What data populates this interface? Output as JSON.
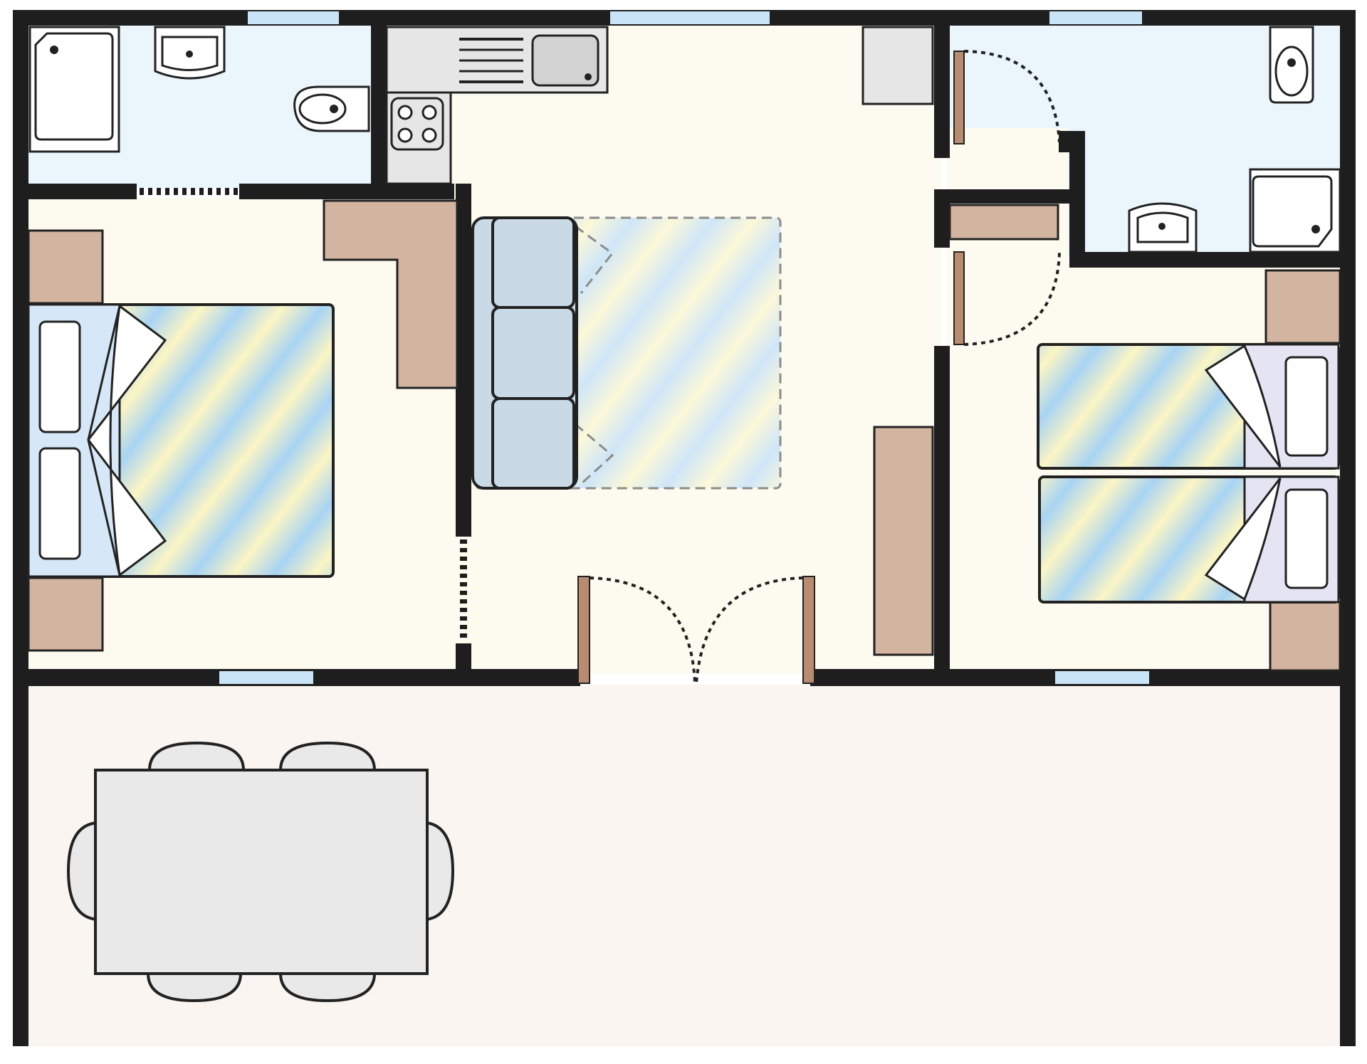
{
  "colors": {
    "wall": "#1e1e1e",
    "outline": "#222222",
    "bathroom_floor": "#eaf5fc",
    "room_floor": "#fdfbef",
    "terrace_floor": "#faf5f1",
    "window": "#c9e4f6",
    "wardrobe": "#d2b4a0",
    "door_leaf": "#b98c72",
    "fixture": "#ffffff",
    "appliance": "#e6e6e6",
    "sofa": "#c9d9e5",
    "table": "#e9e9e9",
    "chair": "#e9e9e9",
    "pillow_case_left": "#d6e8f7",
    "pillow_case_right": "#e5e4f3",
    "bed_stripe_blue": "#a8d4f3",
    "bed_stripe_yellow": "#fbf5c4"
  },
  "icons": [
    "shower-icon",
    "washbasin-icon",
    "toilet-icon",
    "sink-icon",
    "cooktop-icon",
    "double-bed-icon",
    "single-bed-icon",
    "sofa-bed-icon",
    "door-swing-icon",
    "sliding-door-icon",
    "window-icon",
    "wardrobe-icon",
    "dining-table-icon",
    "chair-icon"
  ],
  "rooms": [
    "bathroom-left",
    "bathroom-right",
    "kitchenette",
    "living-room",
    "bedroom-double",
    "bedroom-twin",
    "hallway",
    "terrace"
  ]
}
